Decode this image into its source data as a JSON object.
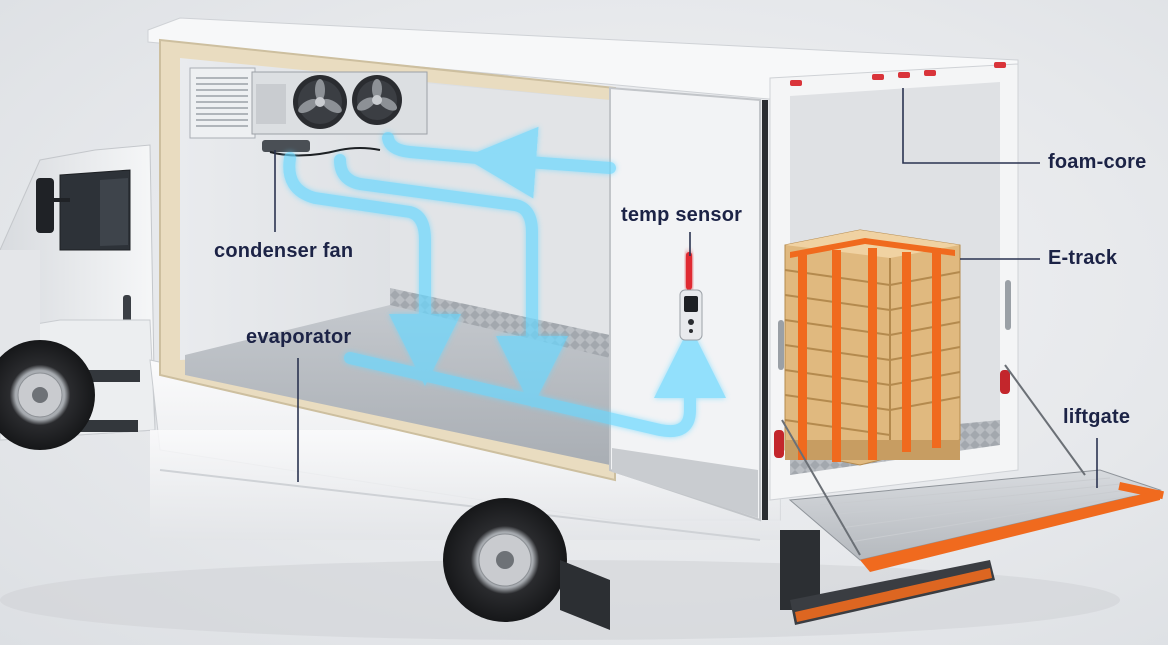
{
  "labels": {
    "foam_core": "foam-core",
    "temp_sensor": "temp sensor",
    "condenser_fan": "condenser fan",
    "e_track": "E-track",
    "evaporator": "evaporator",
    "liftgate": "liftgate"
  },
  "colors": {
    "label_text": "#1c2346",
    "leader_line": "#2a3350",
    "airflow": "#5fd3ff",
    "cargo_strap": "#f06a1e",
    "pallet_wood": "#e8c48e",
    "foam_insulation": "#e9dcc0",
    "marker_light": "#d9343a"
  },
  "icons": {
    "condenser_fan_icon": "fan-icon",
    "temp_sensor_icon": "thermometer-sensor-icon"
  }
}
